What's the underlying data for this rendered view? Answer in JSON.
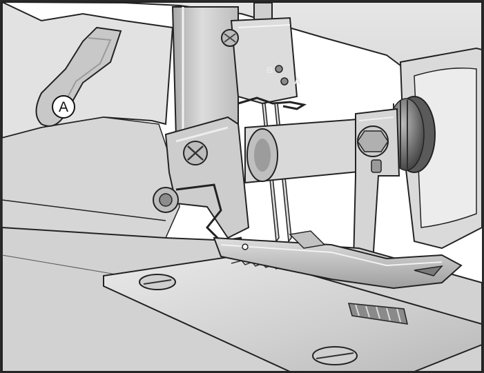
{
  "figure": {
    "callout_label": "A",
    "needle_clamp_labels": [
      "B",
      "A"
    ],
    "palette": {
      "background": "#ffffff",
      "frame": "#2a2a2a",
      "metal_light": "#e4e4e4",
      "metal_mid": "#b8b8b8",
      "metal_dark": "#6e6e6e",
      "casing": "#d2d2d2",
      "outline": "#222222"
    }
  }
}
